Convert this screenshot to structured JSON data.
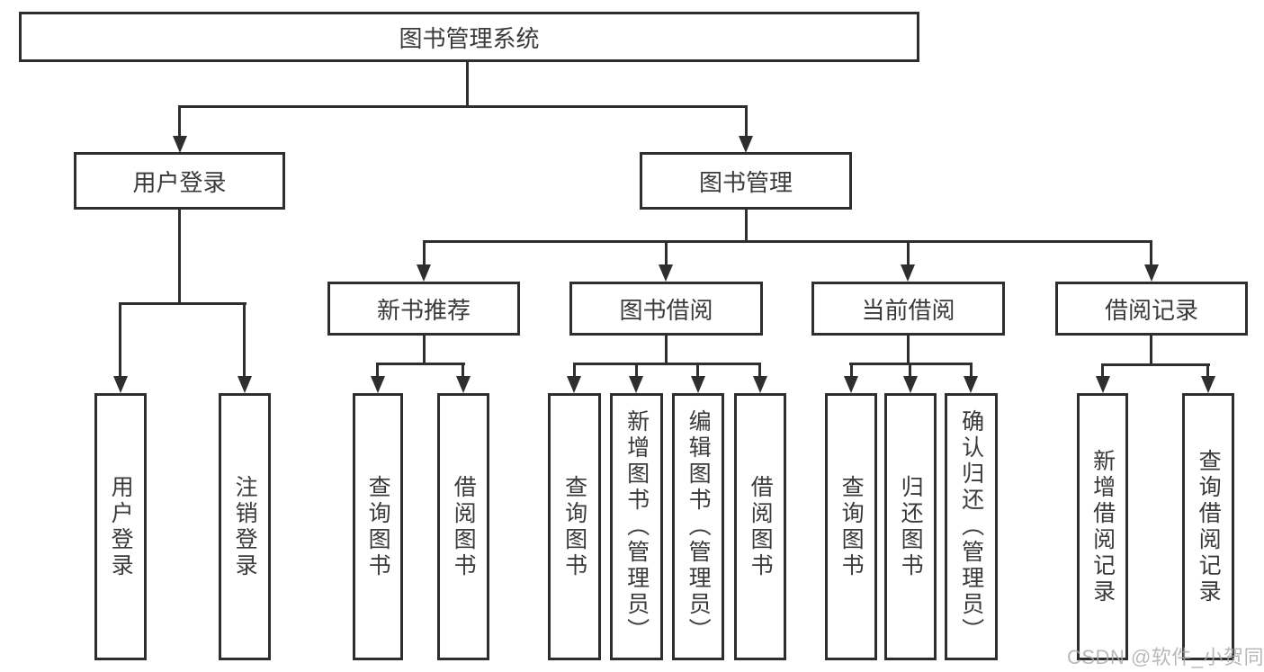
{
  "diagram_title": "图书管理系统",
  "colors": {
    "line": "#2e2e2e",
    "box_border": "#2e2e2e",
    "text": "#3a3a3a",
    "background": "#ffffff",
    "watermark": "#a8a8a8"
  },
  "tree": {
    "label": "图书管理系统",
    "children": [
      {
        "label": "用户登录",
        "children": [
          {
            "label": "用户登录"
          },
          {
            "label": "注销登录"
          }
        ]
      },
      {
        "label": "图书管理",
        "children": [
          {
            "label": "新书推荐",
            "children": [
              {
                "label": "查询图书"
              },
              {
                "label": "借阅图书"
              }
            ]
          },
          {
            "label": "图书借阅",
            "children": [
              {
                "label": "查询图书"
              },
              {
                "label": "新增图书（管理员）"
              },
              {
                "label": "编辑图书（管理员）"
              },
              {
                "label": "借阅图书"
              }
            ]
          },
          {
            "label": "当前借阅",
            "children": [
              {
                "label": "查询图书"
              },
              {
                "label": "归还图书"
              },
              {
                "label": "确认归还（管理员）"
              }
            ]
          },
          {
            "label": "借阅记录",
            "children": [
              {
                "label": "新增借阅记录"
              },
              {
                "label": "查询借阅记录"
              }
            ]
          }
        ]
      }
    ]
  },
  "watermark": "CSDN @软件_小贺同学"
}
